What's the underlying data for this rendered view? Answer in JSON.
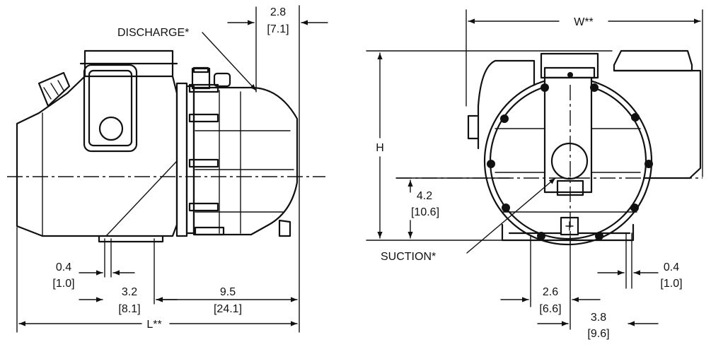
{
  "labels": {
    "discharge": "DISCHARGE*",
    "suction": "SUCTION*",
    "length": "L**",
    "width": "W**",
    "height": "H"
  },
  "side_view": {
    "discharge_offset": {
      "in": "2.8",
      "mm": "[7.1]"
    },
    "foot_width": {
      "in": "0.4",
      "mm": "[1.0]"
    },
    "foot_spacing": {
      "in": "3.2",
      "mm": "[8.1]"
    },
    "foot_to_discharge": {
      "in": "9.5",
      "mm": "[24.1]"
    }
  },
  "front_view": {
    "suction_height": {
      "in": "4.2",
      "mm": "[10.6]"
    },
    "foot_width": {
      "in": "0.4",
      "mm": "[1.0]"
    },
    "center_offset_left": {
      "in": "2.6",
      "mm": "[6.6]"
    },
    "center_offset_right": {
      "in": "3.8",
      "mm": "[9.6]"
    }
  }
}
